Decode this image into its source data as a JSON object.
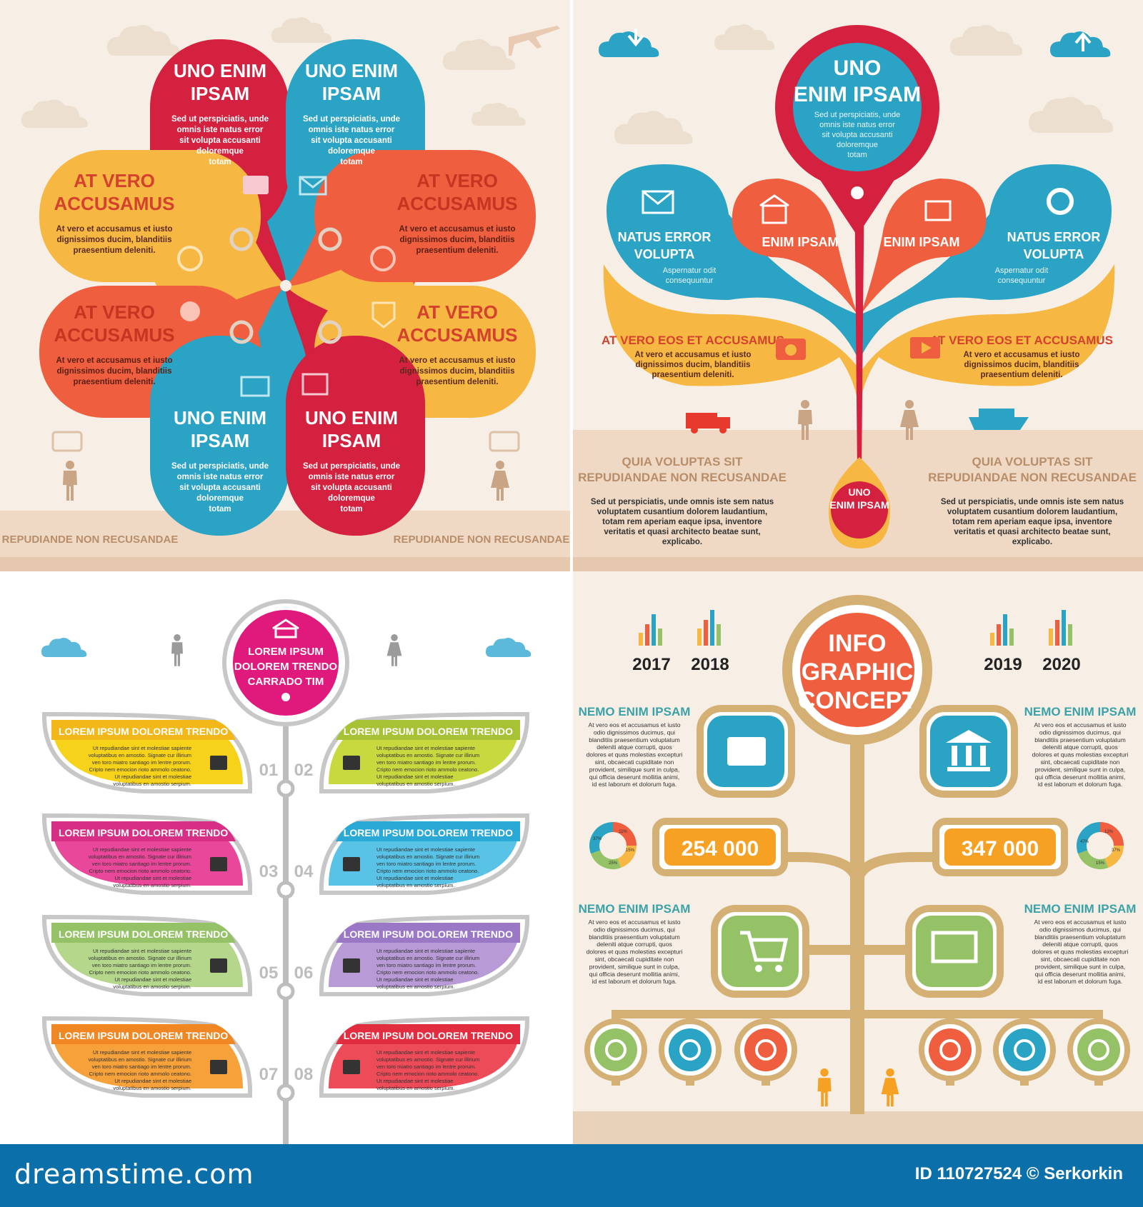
{
  "colors": {
    "cream": "#f7eee4",
    "red": "#d4213f",
    "blue": "#2aa3c4",
    "orange": "#ee5a3c",
    "yellow": "#f6b43a",
    "magenta": "#e0197d",
    "gold": "#d4b074",
    "footer": "#0b6fa9"
  },
  "panel1": {
    "petals": [
      {
        "title1": "UNO ENIM",
        "title2": "IPSAM",
        "body": [
          "Sed ut perspiciatis, unde",
          "omnis iste natus error",
          "sit volupta accusanti",
          "doloremque",
          "totam"
        ]
      },
      {
        "title1": "UNO ENIM",
        "title2": "IPSAM",
        "body": [
          "Sed ut perspiciatis, unde",
          "omnis iste natus error",
          "sit volupta accusanti",
          "doloremque",
          "totam"
        ]
      },
      {
        "title1": "AT VERO",
        "title2": "ACCUSAMUS",
        "body": [
          "At vero et accusamus et iusto",
          "dignissimos ducim, blanditiis",
          "praesentium deleniti."
        ]
      },
      {
        "title1": "AT VERO",
        "title2": "ACCUSAMUS",
        "body": [
          "At vero et accusamus et iusto",
          "dignissimos ducim, blanditiis",
          "praesentium deleniti."
        ]
      },
      {
        "title1": "AT VERO",
        "title2": "ACCUSAMUS",
        "body": [
          "At vero et accusamus et iusto",
          "dignissimos ducim, blanditiis",
          "praesentium deleniti."
        ]
      },
      {
        "title1": "AT VERO",
        "title2": "ACCUSAMUS",
        "body": [
          "At vero et accusamus et iusto",
          "dignissimos ducim, blanditiis",
          "praesentium deleniti."
        ]
      },
      {
        "title1": "UNO ENIM",
        "title2": "IPSAM",
        "body": [
          "Sed ut perspiciatis, unde",
          "omnis iste natus error",
          "sit volupta accusanti",
          "doloremque",
          "totam"
        ]
      },
      {
        "title1": "UNO ENIM",
        "title2": "IPSAM",
        "body": [
          "Sed ut perspiciatis, unde",
          "omnis iste natus error",
          "sit volupta accusanti",
          "doloremque",
          "totam"
        ]
      }
    ],
    "footer_left": "REPUDIANDE NON RECUSANDAE",
    "footer_right": "REPUDIANDE NON RECUSANDAE"
  },
  "panel2": {
    "top": {
      "title1": "UNO",
      "title2": "ENIM IPSAM",
      "body": [
        "Sed ut perspiciatis, unde",
        "omnis iste natus error",
        "sit volupta accusanti",
        "doloremque",
        "totam"
      ]
    },
    "blue_left": {
      "title1": "NATUS ERROR",
      "title2": "VOLUPTA",
      "body": [
        "Aspernatur odit",
        "consequuntur"
      ]
    },
    "blue_right": {
      "title1": "NATUS ERROR",
      "title2": "VOLUPTA",
      "body": [
        "Aspernatur odit",
        "consequuntur"
      ]
    },
    "mid_left": "ENIM IPSAM",
    "mid_right": "ENIM IPSAM",
    "orange_left": {
      "title": "AT VERO EOS ET ACCUSAMUS",
      "body": [
        "At vero et accusamus et iusto",
        "dignissimos ducim, blanditiis",
        "praesentium deleniti."
      ]
    },
    "orange_right": {
      "title": "AT VERO EOS ET ACCUSAMUS",
      "body": [
        "At vero et accusamus et iusto",
        "dignissimos ducim, blanditiis",
        "praesentium deleniti."
      ]
    },
    "bottom_left": {
      "title1": "QUIA VOLUPTAS SIT",
      "title2": "REPUDIANDAE NON RECUSANDAE",
      "body": [
        "Sed ut perspiciatis, unde omnis iste sem natus",
        "voluptatem cusantium dolorem laudantium,",
        "totam rem aperiam eaque ipsa, inventore",
        "veritatis et quasi architecto beatae sunt,",
        "explicabo."
      ]
    },
    "bottom_right": {
      "title1": "QUIA VOLUPTAS SIT",
      "title2": "REPUDIANDAE NON RECUSANDAE",
      "body": [
        "Sed ut perspiciatis, unde omnis iste sem natus",
        "voluptatem cusantium dolorem laudantium,",
        "totam rem aperiam eaque ipsa, inventore",
        "veritatis et quasi architecto beatae sunt,",
        "explicabo."
      ]
    },
    "drop": {
      "title1": "UNO",
      "title2": "ENIM IPSAM"
    }
  },
  "panel3": {
    "center": [
      "LOREM IPSUM",
      "DOLOREM TRENDO",
      "CARRADO TIM"
    ],
    "leaves": [
      {
        "num": "01",
        "title": "LOREM IPSUM DOLOREM TRENDO",
        "color": "#f7d21b",
        "head": "#f2b81a",
        "icon": "bar-chart-up-icon"
      },
      {
        "num": "02",
        "title": "LOREM IPSUM DOLOREM TRENDO",
        "color": "#c8d940",
        "head": "#a8c236",
        "icon": "bar-chart-down-icon"
      },
      {
        "num": "03",
        "title": "LOREM IPSUM DOLOREM TRENDO",
        "color": "#e8479a",
        "head": "#d82f86",
        "icon": "presentation-icon"
      },
      {
        "num": "04",
        "title": "LOREM IPSUM DOLOREM TRENDO",
        "color": "#58c3e6",
        "head": "#2aa8d6",
        "icon": "factory-icon"
      },
      {
        "num": "05",
        "title": "LOREM IPSUM DOLOREM TRENDO",
        "color": "#b5d78c",
        "head": "#95c267",
        "icon": "cart-icon"
      },
      {
        "num": "06",
        "title": "LOREM IPSUM DOLOREM TRENDO",
        "color": "#b79ad6",
        "head": "#9a78c6",
        "icon": "target-icon"
      },
      {
        "num": "07",
        "title": "LOREM IPSUM DOLOREM TRENDO",
        "color": "#f7a13b",
        "head": "#f18722",
        "icon": "briefcase-icon"
      },
      {
        "num": "08",
        "title": "LOREM IPSUM DOLOREM TRENDO",
        "color": "#ee4b58",
        "head": "#e12d3f",
        "icon": "scales-icon"
      }
    ],
    "leaf_body": [
      "Ut repudiandae sint et molestiae sapiente",
      "voluptatibus en amostio. Signate cur illirium",
      "ven toro miatro santiago im lentre prorum.",
      "Cripto nem emocion rioto ammolo ceatono.",
      "Ut repudiandae sint et molestiae",
      "voluptatibus en amostio serpium."
    ]
  },
  "panel4": {
    "center": [
      "INFO",
      "GRAPHIC",
      "CONCEPT"
    ],
    "years": [
      "2017",
      "2018",
      "2019",
      "2020"
    ],
    "num_left": "254 000",
    "num_right": "347 000",
    "side_title": "NEMO ENIM IPSAM",
    "side_body": [
      "At vero eos et accusamus et iusto",
      "odio dignissimos ducimus, qui",
      "blanditiis praesentium voluptatum",
      "deleniti atque corrupti, quos",
      "dolores et quas molestias excepturi",
      "sint, obcaecati cupiditate non",
      "provident, similique sunt in culpa,",
      "qui officia deserunt mollitia animi,",
      "id est laborum et dolorum fuga."
    ],
    "donut_left": [
      "11%",
      "15%",
      "25%",
      "37%"
    ],
    "donut_right": [
      "12%",
      "37%",
      "15%",
      "47%"
    ]
  },
  "watermark": "dreamstime",
  "footer": {
    "logo": "dreamstime.com",
    "id": "ID 110727524 © Serkorkin"
  }
}
